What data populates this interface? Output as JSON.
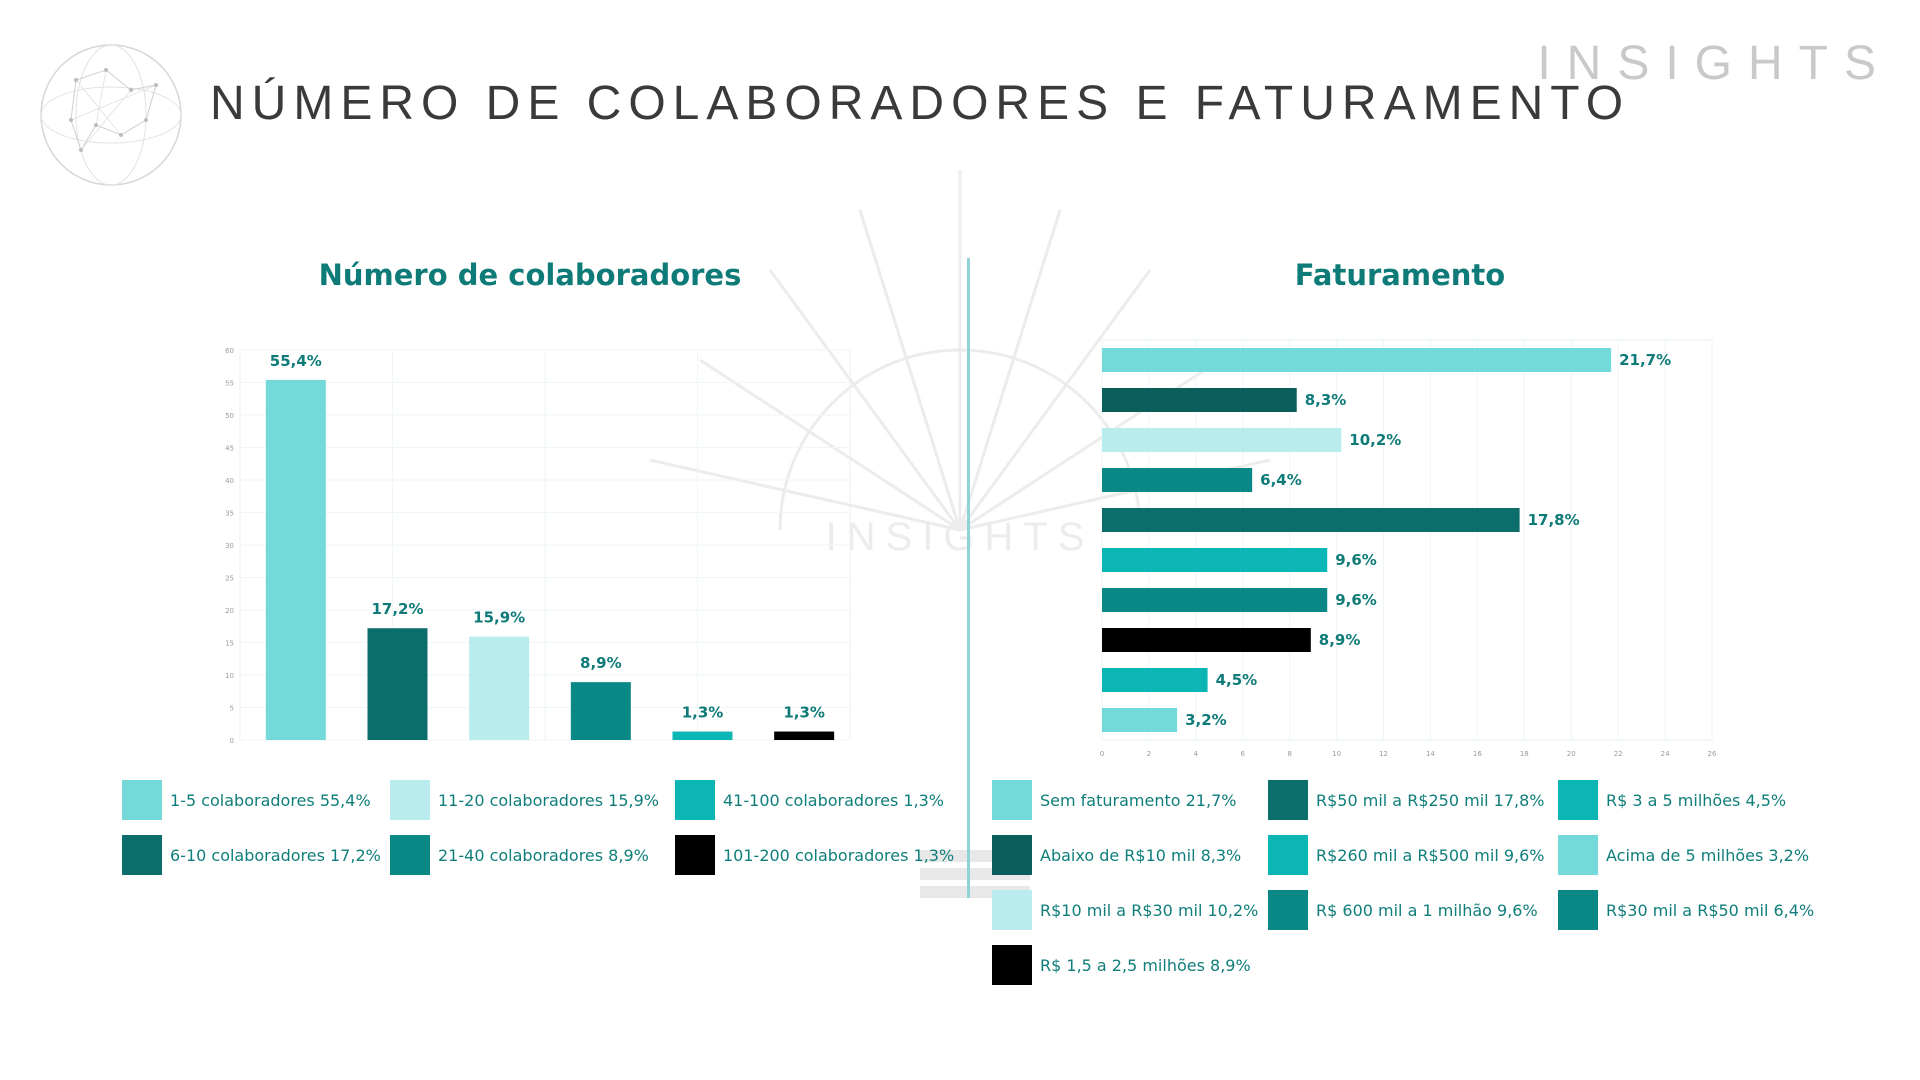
{
  "header": {
    "title": "NÚMERO DE COLABORADORES E FATURAMENTO",
    "brand": "INSIGHTS"
  },
  "watermark": {
    "text": "INSIGHTS"
  },
  "colors": {
    "light_teal": "#74d9d9",
    "dark_teal": "#0b6e6b",
    "pale_teal": "#b9ecec",
    "teal": "#0a8885",
    "bright_teal": "#0bb6b5",
    "black": "#000000",
    "text_teal": "#0e7b78"
  },
  "chart_data": [
    {
      "type": "bar",
      "title": "Número de colaboradores",
      "categories": [
        "1-5 colaboradores",
        "6-10 colaboradores",
        "11-20 colaboradores",
        "21-40 colaboradores",
        "41-100 colaboradores",
        "101-200 colaboradores"
      ],
      "values": [
        55.4,
        17.2,
        15.9,
        8.9,
        1.3,
        1.3
      ],
      "data_labels": [
        "55,4%",
        "17,2%",
        "15,9%",
        "8,9%",
        "1,3%",
        "1,3%"
      ],
      "bar_colors": [
        "#74d9d9",
        "#0b6e6b",
        "#b9ecec",
        "#0a8885",
        "#0bb6b5",
        "#000000"
      ],
      "ylim": [
        0,
        60
      ],
      "yticks": [
        0,
        5,
        10,
        15,
        20,
        25,
        30,
        35,
        40,
        45,
        50,
        55,
        60
      ],
      "grid": true,
      "legend": {
        "placement": "bottom",
        "items": [
          {
            "label": "1-5 colaboradores 55,4%",
            "color": "#74d9d9"
          },
          {
            "label": "11-20 colaboradores 15,9%",
            "color": "#b9ecec"
          },
          {
            "label": "41-100 colaboradores 1,3%",
            "color": "#0bb6b5"
          },
          {
            "label": "6-10 colaboradores 17,2%",
            "color": "#0b6e6b"
          },
          {
            "label": "21-40 colaboradores 8,9%",
            "color": "#0a8885"
          },
          {
            "label": "101-200 colaboradores 1,3%",
            "color": "#000000"
          }
        ]
      }
    },
    {
      "type": "bar",
      "orientation": "horizontal",
      "title": "Faturamento",
      "categories": [
        "Sem faturamento",
        "Abaixo de R$10 mil",
        "R$10 mil a R$30 mil",
        "R$30 mil a R$50 mil",
        "R$50 mil a R$250 mil",
        "R$260 mil a R$500 mil",
        "R$ 600 mil a 1 milhão",
        "R$ 1,5 a 2,5 milhões",
        "R$ 3 a 5 milhões",
        "Acima de 5 milhões"
      ],
      "values": [
        21.7,
        8.3,
        10.2,
        6.4,
        17.8,
        9.6,
        9.6,
        8.9,
        4.5,
        3.2
      ],
      "data_labels": [
        "21,7%",
        "8,3%",
        "10,2%",
        "6,4%",
        "17,8%",
        "9,6%",
        "9,6%",
        "8,9%",
        "4,5%",
        "3,2%"
      ],
      "bar_colors": [
        "#74d9d9",
        "#0b5e5c",
        "#b9ecec",
        "#0a8885",
        "#0b6e6b",
        "#0bb6b5",
        "#0a8885",
        "#000000",
        "#0bb6b5",
        "#74d9d9"
      ],
      "xlim": [
        0,
        26
      ],
      "xticks": [
        0,
        2,
        4,
        6,
        8,
        10,
        12,
        14,
        16,
        18,
        20,
        22,
        24,
        26
      ],
      "grid": true,
      "legend": {
        "placement": "bottom",
        "items": [
          {
            "label": "Sem faturamento 21,7%",
            "color": "#74d9d9"
          },
          {
            "label": "R$50 mil a R$250 mil 17,8%",
            "color": "#0b6e6b"
          },
          {
            "label": "R$ 3 a 5 milhões 4,5%",
            "color": "#0bb6b5"
          },
          {
            "label": "Abaixo de R$10 mil 8,3%",
            "color": "#0b5e5c"
          },
          {
            "label": "R$260 mil a R$500 mil 9,6%",
            "color": "#0bb6b5"
          },
          {
            "label": "Acima de 5 milhões 3,2%",
            "color": "#74d9d9"
          },
          {
            "label": "R$10 mil a R$30 mil 10,2%",
            "color": "#b9ecec"
          },
          {
            "label": "R$ 600 mil a 1 milhão 9,6%",
            "color": "#0a8885"
          },
          {
            "label": "R$30 mil a R$50 mil 6,4%",
            "color": "#0a8885"
          },
          {
            "label": "R$ 1,5 a 2,5 milhões 8,9%",
            "color": "#000000"
          }
        ]
      }
    }
  ]
}
